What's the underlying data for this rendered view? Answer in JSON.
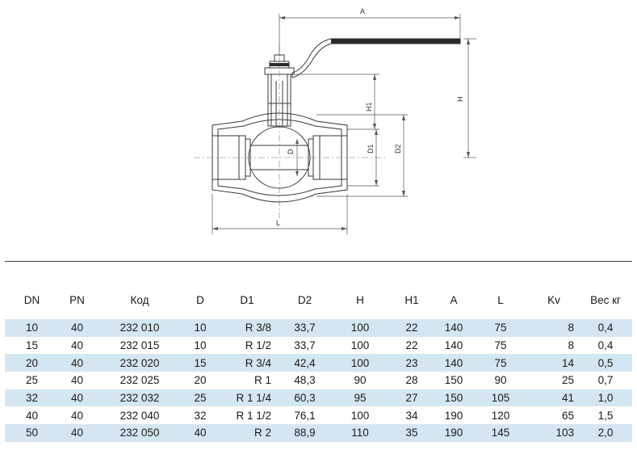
{
  "drawing": {
    "dimension_labels": {
      "a": "A",
      "h": "H",
      "h1": "H1",
      "d": "D",
      "d1": "D1",
      "d2": "D2",
      "l": "L"
    }
  },
  "table": {
    "headers": {
      "dn": "DN",
      "pn": "PN",
      "kod": "Код",
      "d": "D",
      "d1": "D1",
      "d2": "D2",
      "h": "H",
      "h1": "H1",
      "a": "A",
      "l": "L",
      "kv": "Kv",
      "weight": "Вес кг"
    },
    "rows": [
      {
        "dn": "10",
        "pn": "40",
        "kod": "232 010",
        "d": "10",
        "d1": "R 3/8",
        "d2": "33,7",
        "h": "100",
        "h1": "22",
        "a": "140",
        "l": "75",
        "kv": "8",
        "weight": "0,4"
      },
      {
        "dn": "15",
        "pn": "40",
        "kod": "232 015",
        "d": "10",
        "d1": "R 1/2",
        "d2": "33,7",
        "h": "100",
        "h1": "22",
        "a": "140",
        "l": "75",
        "kv": "8",
        "weight": "0,4"
      },
      {
        "dn": "20",
        "pn": "40",
        "kod": "232 020",
        "d": "15",
        "d1": "R 3/4",
        "d2": "42,4",
        "h": "100",
        "h1": "23",
        "a": "140",
        "l": "75",
        "kv": "14",
        "weight": "0,5"
      },
      {
        "dn": "25",
        "pn": "40",
        "kod": "232 025",
        "d": "20",
        "d1": "R 1",
        "d2": "48,3",
        "h": "90",
        "h1": "28",
        "a": "150",
        "l": "90",
        "kv": "25",
        "weight": "0,7"
      },
      {
        "dn": "32",
        "pn": "40",
        "kod": "232 032",
        "d": "25",
        "d1": "R 1 1/4",
        "d2": "60,3",
        "h": "95",
        "h1": "27",
        "a": "150",
        "l": "105",
        "kv": "41",
        "weight": "1,0"
      },
      {
        "dn": "40",
        "pn": "40",
        "kod": "232 040",
        "d": "32",
        "d1": "R 1 1/2",
        "d2": "76,1",
        "h": "100",
        "h1": "34",
        "a": "190",
        "l": "120",
        "kv": "65",
        "weight": "1,5"
      },
      {
        "dn": "50",
        "pn": "40",
        "kod": "232 050",
        "d": "40",
        "d1": "R 2",
        "d2": "88,9",
        "h": "110",
        "h1": "35",
        "a": "190",
        "l": "145",
        "kv": "103",
        "weight": "2,0"
      }
    ]
  },
  "colors": {
    "stripe": "#d4e6f2",
    "line": "#333333"
  }
}
